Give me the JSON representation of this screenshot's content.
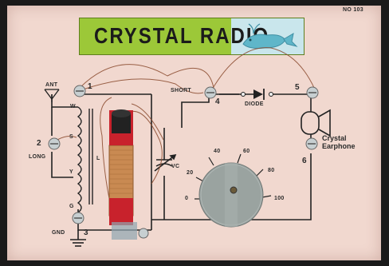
{
  "board": {
    "model_number": "NO 103",
    "title": "CRYSTAL RADIO"
  },
  "terminals": {
    "t1": "1",
    "t2": "2",
    "t3": "3",
    "t4": "4",
    "t5": "5",
    "t6": "6"
  },
  "labels": {
    "antenna": "ANT",
    "long": "LONG",
    "ground": "GND",
    "short": "SHORT",
    "diode": "DIODE",
    "earphone_line1": "Crystal",
    "earphone_line2": "Earphone",
    "variable_capacitor": "VC",
    "coil_tap_w": "W",
    "coil_tap_s": "S",
    "coil_tap_y": "Y",
    "coil_tap_g": "G",
    "coil_l": "L"
  },
  "dial": {
    "scale": [
      "0",
      "20",
      "40",
      "60",
      "80",
      "100"
    ]
  },
  "colors": {
    "board": "#f1d8cf",
    "banner": "#9cc838",
    "whale_panel": "#c9e6ec",
    "coil_red": "#c8222c",
    "copper": "#c98a52",
    "knob": "#9aa3a0"
  }
}
